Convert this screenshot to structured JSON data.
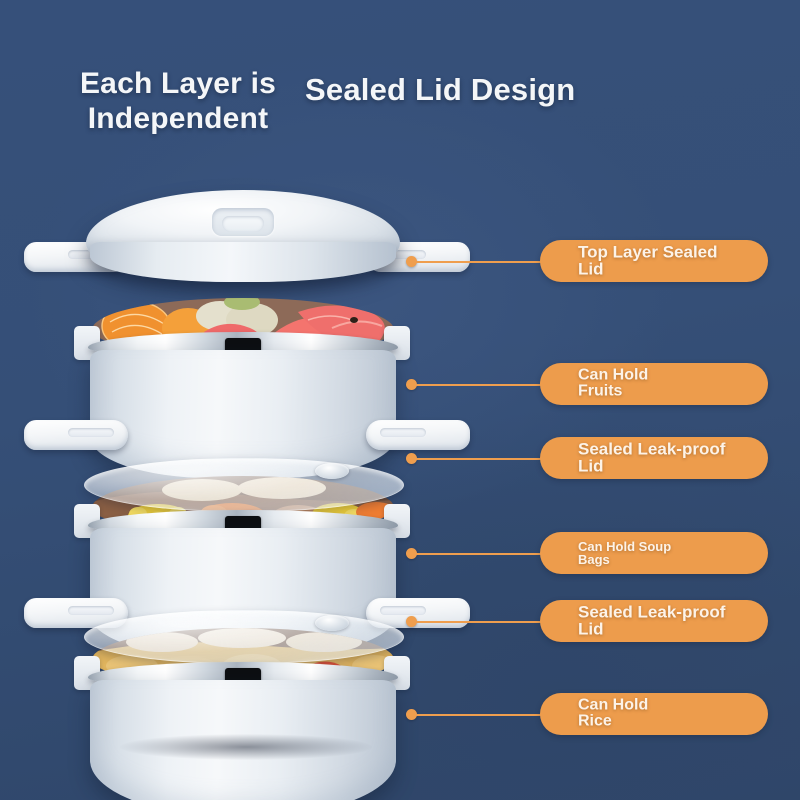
{
  "page": {
    "background_color": "#354f77",
    "accent_color": "#ed9c4c",
    "heading_color": "#f4f6f8"
  },
  "headings": {
    "left": "Each Layer is\nIndependent",
    "right": "Sealed Lid Design"
  },
  "callouts": [
    {
      "id": "top-layer-sealed-lid",
      "label": "Top Layer Sealed\nLid",
      "size": "lg"
    },
    {
      "id": "can-hold-fruits",
      "label": "Can Hold\nFruits",
      "size": "md"
    },
    {
      "id": "sealed-leak-proof-lid-1",
      "label": "Sealed Leak-proof\nLid",
      "size": "lg"
    },
    {
      "id": "can-hold-soup-bags",
      "label": "Can Hold Soup\nBags",
      "size": "sm"
    },
    {
      "id": "sealed-leak-proof-lid-2",
      "label": "Sealed Leak-proof\nLid",
      "size": "lg"
    },
    {
      "id": "can-hold-rice",
      "label": "Can Hold\nRice",
      "size": "md"
    }
  ],
  "product": {
    "name": "3-tier stacked insulated lunch box",
    "body_color": "#e9eef3",
    "rim_material": "stainless-steel",
    "tiers": [
      {
        "id": "top-lid",
        "contents": ""
      },
      {
        "id": "fruit-layer",
        "contents": "fruits"
      },
      {
        "id": "soup-layer",
        "contents": "soup"
      },
      {
        "id": "rice-layer",
        "contents": "rice"
      }
    ]
  }
}
